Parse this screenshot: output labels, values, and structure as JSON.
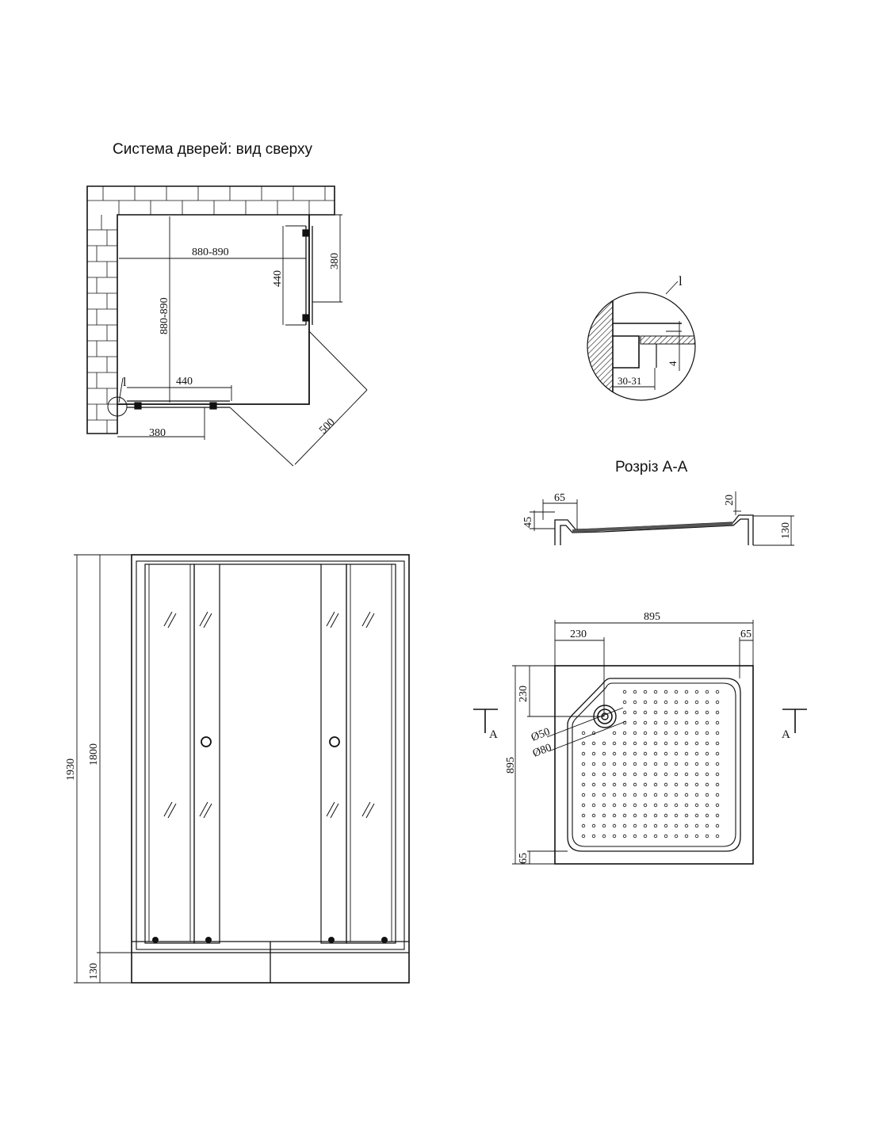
{
  "titles": {
    "top_view": "Система дверей: вид сверху",
    "section": "Розріз А-А"
  },
  "top_view": {
    "width": "880-890",
    "depth": "880-890",
    "door_side_440": "440",
    "door_side_380": "380",
    "door_bottom_440": "440",
    "door_bottom_380": "380",
    "diagonal": "500",
    "detail_mark": "l"
  },
  "detail": {
    "mark": "l",
    "gap": "30-31",
    "height": "4"
  },
  "section": {
    "rim": "65",
    "rim_height": "45",
    "lip": "20",
    "height": "130"
  },
  "tray_plan": {
    "width": "895",
    "depth": "895",
    "corner_x": "230",
    "corner_y": "230",
    "rim_right": "65",
    "rim_bottom": "65",
    "drain_inner": "Ø50",
    "drain_outer": "Ø80",
    "cut_left": "A",
    "cut_right": "A"
  },
  "front_view": {
    "total_height": "1930",
    "door_height": "1800",
    "tray_height": "130"
  }
}
